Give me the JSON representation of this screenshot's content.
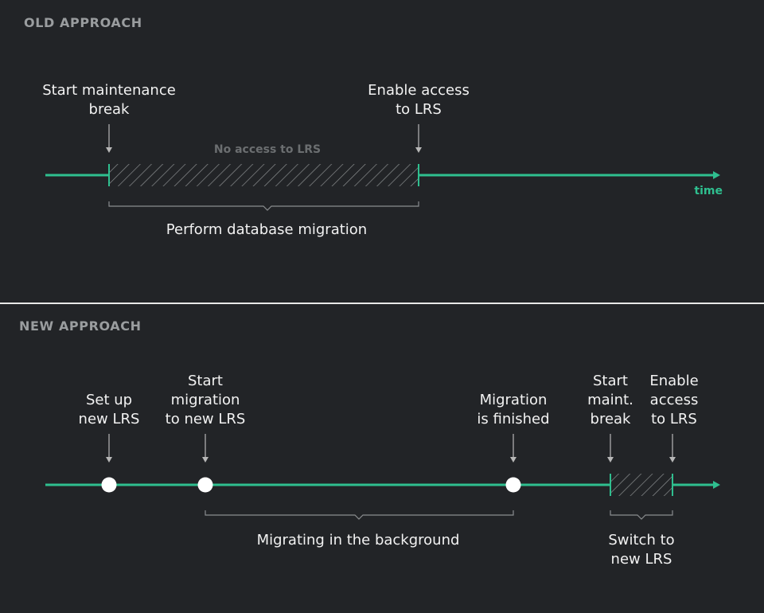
{
  "colors": {
    "background": "#222427",
    "timeline": "#2fbf8f",
    "text": "#f2f2f2",
    "muted": "#6b6e70",
    "marker": "#ffffff"
  },
  "old_approach": {
    "title": "OLD APPROACH",
    "start_label": "Start maintenance\nbreak",
    "enable_label": "Enable access\nto LRS",
    "no_access_label": "No access to LRS",
    "migration_label": "Perform database migration",
    "axis_label": "time"
  },
  "new_approach": {
    "title": "NEW APPROACH",
    "setup_label": "Set up\nnew LRS",
    "start_migration_label": "Start\nmigration\nto new LRS",
    "finished_label": "Migration\nis finished",
    "start_break_label": "Start\nmaint.\nbreak",
    "enable_label": "Enable\naccess\nto LRS",
    "background_label": "Migrating in the background",
    "switch_label": "Switch to\nnew LRS"
  }
}
